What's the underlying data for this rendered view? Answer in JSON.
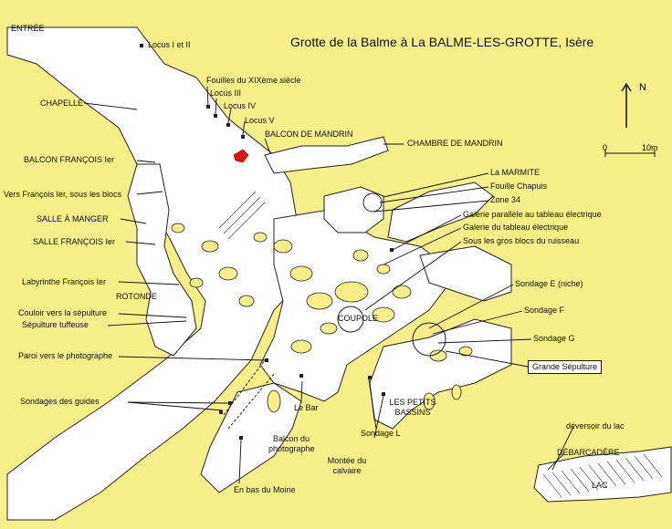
{
  "title": "Grotte de la Balme à La BALME-LES-GROTTE, Isère",
  "north": "N",
  "scale": {
    "start": "0",
    "end": "10m"
  },
  "labels": {
    "entree": "ENTRÉE",
    "locus_1_2": "Locus I et II",
    "fouilles_19": "Fouilles du XIXème siècle",
    "locus_3": "Locus III",
    "locus_4": "Locus IV",
    "locus_5": "Locus V",
    "chapelle": "CHAPELLE",
    "balcon_mandrin": "BALCON DE MANDRIN",
    "chambre_mandrin": "CHAMBRE DE MANDRIN",
    "balcon_francois": "BALCON FRANÇOIS Ier",
    "vers_francois": "Vers François Ier, sous les blocs",
    "salle_manger": "SALLE À MANGER",
    "salle_francois": "SALLE FRANÇOIS Ier",
    "marmite": "La MARMITE",
    "fouille_chapuis": "Fouille Chapuis",
    "zone34": "Zone 34",
    "galerie_parallele": "Galerie parallèle au tableau électrique",
    "galerie_tableau": "Galerie du tableau électrique",
    "gros_blocs": "Sous les gros blocs du ruisseau",
    "labyrinthe": "Labyrinthe François Ier",
    "rotonde": "ROTONDE",
    "couloir_sepulture": "Couloir vers la sépulture",
    "sepulture_tuffeuse": "Sépulture tuffeuse",
    "coupole": "COUPOLE",
    "sondage_e": "Sondage E (niche)",
    "sondage_f": "Sondage  F",
    "sondage_g": "Sondage G",
    "grande_sepulture": "Grande Sépulture",
    "paroi_photographe": "Paroi vers le photographe",
    "sondages_guides": "Sondages des guides",
    "le_bar": "Le Bar",
    "balcon_photographe": "Balcon du photographe",
    "sondage_l": "Sondage L",
    "petits_bassins": "LES PETITS BASSINS",
    "deversoir": "déversoir du lac",
    "debarcadere": "DÉBARCADÈRE",
    "montee_calvaire": "Montée du calvaire",
    "en_bas_moine": "En bas du Moine",
    "lac": "LAC"
  },
  "colors": {
    "rock": "#f7ef8a",
    "cave": "#ffffff",
    "ink": "#111111",
    "marker": "#e01010"
  }
}
